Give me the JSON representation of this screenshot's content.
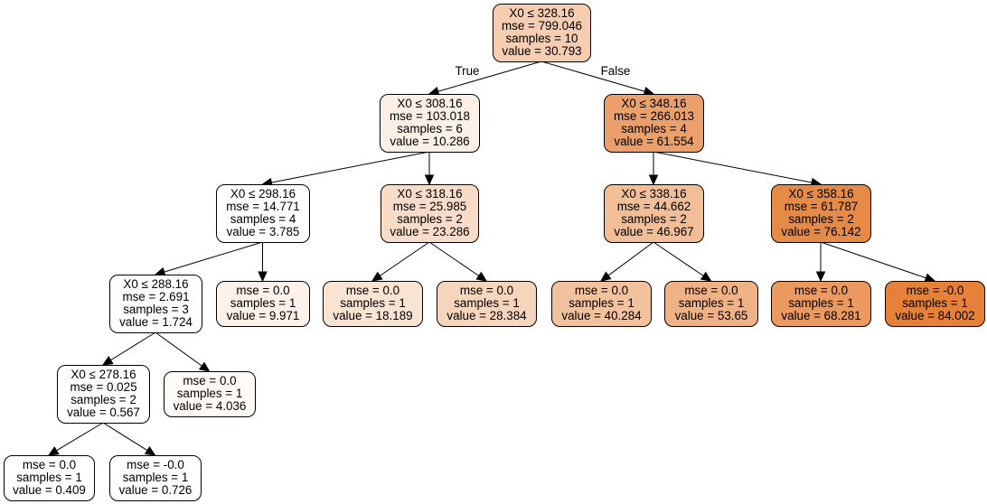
{
  "tree": {
    "nodes": [
      {
        "id": "n0",
        "color": "#f6cdb1",
        "lines": [
          "X0 ≤ 328.16",
          "mse = 799.046",
          "samples = 10",
          "value = 30.793"
        ]
      },
      {
        "id": "n1",
        "color": "#fcefe6",
        "lines": [
          "X0 ≤ 308.16",
          "mse = 103.018",
          "samples = 6",
          "value = 10.286"
        ]
      },
      {
        "id": "n2",
        "color": "#eba06b",
        "lines": [
          "X0 ≤ 348.16",
          "mse = 266.013",
          "samples = 4",
          "value = 61.554"
        ]
      },
      {
        "id": "n3",
        "color": "#ffffff",
        "lines": [
          "X0 ≤ 298.16",
          "mse = 14.771",
          "samples = 4",
          "value = 3.785"
        ]
      },
      {
        "id": "n4",
        "color": "#f8dcc8",
        "lines": [
          "X0 ≤ 318.16",
          "mse = 25.985",
          "samples = 2",
          "value = 23.286"
        ]
      },
      {
        "id": "n5",
        "color": "#f2be98",
        "lines": [
          "X0 ≤ 338.16",
          "mse = 44.662",
          "samples = 2",
          "value = 46.967"
        ]
      },
      {
        "id": "n6",
        "color": "#e68a48",
        "lines": [
          "X0 ≤ 358.16",
          "mse = 61.787",
          "samples = 2",
          "value = 76.142"
        ]
      },
      {
        "id": "n7",
        "color": "#ffffff",
        "lines": [
          "X0 ≤ 288.16",
          "mse = 2.691",
          "samples = 3",
          "value = 1.724"
        ]
      },
      {
        "id": "n8",
        "color": "#fdf1e9",
        "lines": [
          "mse = 0.0",
          "samples = 1",
          "value = 9.971"
        ]
      },
      {
        "id": "n9",
        "color": "#f9e3d3",
        "lines": [
          "mse = 0.0",
          "samples = 1",
          "value = 18.189"
        ]
      },
      {
        "id": "n10",
        "color": "#f6d5bd",
        "lines": [
          "mse = 0.0",
          "samples = 1",
          "value = 28.384"
        ]
      },
      {
        "id": "n11",
        "color": "#f2c29f",
        "lines": [
          "mse = 0.0",
          "samples = 1",
          "value = 40.284"
        ]
      },
      {
        "id": "n12",
        "color": "#efb286",
        "lines": [
          "mse = 0.0",
          "samples = 1",
          "value = 53.65"
        ]
      },
      {
        "id": "n13",
        "color": "#ea9a61",
        "lines": [
          "mse = 0.0",
          "samples = 1",
          "value = 68.281"
        ]
      },
      {
        "id": "n14",
        "color": "#e58139",
        "lines": [
          "mse = -0.0",
          "samples = 1",
          "value = 84.002"
        ]
      },
      {
        "id": "n15",
        "color": "#ffffff",
        "lines": [
          "X0 ≤ 278.16",
          "mse = 0.025",
          "samples = 2",
          "value = 0.567"
        ]
      },
      {
        "id": "n16",
        "color": "#fefaf7",
        "lines": [
          "mse = 0.0",
          "samples = 1",
          "value = 4.036"
        ]
      },
      {
        "id": "n17",
        "color": "#ffffff",
        "lines": [
          "mse = 0.0",
          "samples = 1",
          "value = 0.409"
        ]
      },
      {
        "id": "n18",
        "color": "#ffffff",
        "lines": [
          "mse = -0.0",
          "samples = 1",
          "value = 0.726"
        ]
      }
    ],
    "edges": [
      {
        "from": "n0",
        "to": "n1",
        "label": "True"
      },
      {
        "from": "n0",
        "to": "n2",
        "label": "False"
      },
      {
        "from": "n1",
        "to": "n3",
        "label": ""
      },
      {
        "from": "n1",
        "to": "n4",
        "label": ""
      },
      {
        "from": "n2",
        "to": "n5",
        "label": ""
      },
      {
        "from": "n2",
        "to": "n6",
        "label": ""
      },
      {
        "from": "n3",
        "to": "n7",
        "label": ""
      },
      {
        "from": "n3",
        "to": "n8",
        "label": ""
      },
      {
        "from": "n4",
        "to": "n9",
        "label": ""
      },
      {
        "from": "n4",
        "to": "n10",
        "label": ""
      },
      {
        "from": "n5",
        "to": "n11",
        "label": ""
      },
      {
        "from": "n5",
        "to": "n12",
        "label": ""
      },
      {
        "from": "n6",
        "to": "n13",
        "label": ""
      },
      {
        "from": "n6",
        "to": "n14",
        "label": ""
      },
      {
        "from": "n7",
        "to": "n15",
        "label": ""
      },
      {
        "from": "n7",
        "to": "n16",
        "label": ""
      },
      {
        "from": "n15",
        "to": "n17",
        "label": ""
      },
      {
        "from": "n15",
        "to": "n18",
        "label": ""
      }
    ]
  }
}
